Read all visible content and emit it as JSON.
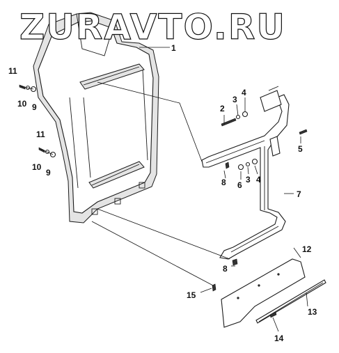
{
  "watermark": {
    "text": "ZURAVTO.RU"
  },
  "parts": [
    {
      "id": "1",
      "label": "1"
    },
    {
      "id": "2",
      "label": "2"
    },
    {
      "id": "3a",
      "label": "3"
    },
    {
      "id": "4a",
      "label": "4"
    },
    {
      "id": "5",
      "label": "5"
    },
    {
      "id": "6",
      "label": "6"
    },
    {
      "id": "3b",
      "label": "3"
    },
    {
      "id": "4b",
      "label": "4"
    },
    {
      "id": "7",
      "label": "7"
    },
    {
      "id": "8a",
      "label": "8"
    },
    {
      "id": "8b",
      "label": "8"
    },
    {
      "id": "9a",
      "label": "9"
    },
    {
      "id": "10a",
      "label": "10"
    },
    {
      "id": "11a",
      "label": "11"
    },
    {
      "id": "9b",
      "label": "9"
    },
    {
      "id": "10b",
      "label": "10"
    },
    {
      "id": "11b",
      "label": "11"
    },
    {
      "id": "12",
      "label": "12"
    },
    {
      "id": "13",
      "label": "13"
    },
    {
      "id": "14",
      "label": "14"
    },
    {
      "id": "15",
      "label": "15"
    }
  ]
}
